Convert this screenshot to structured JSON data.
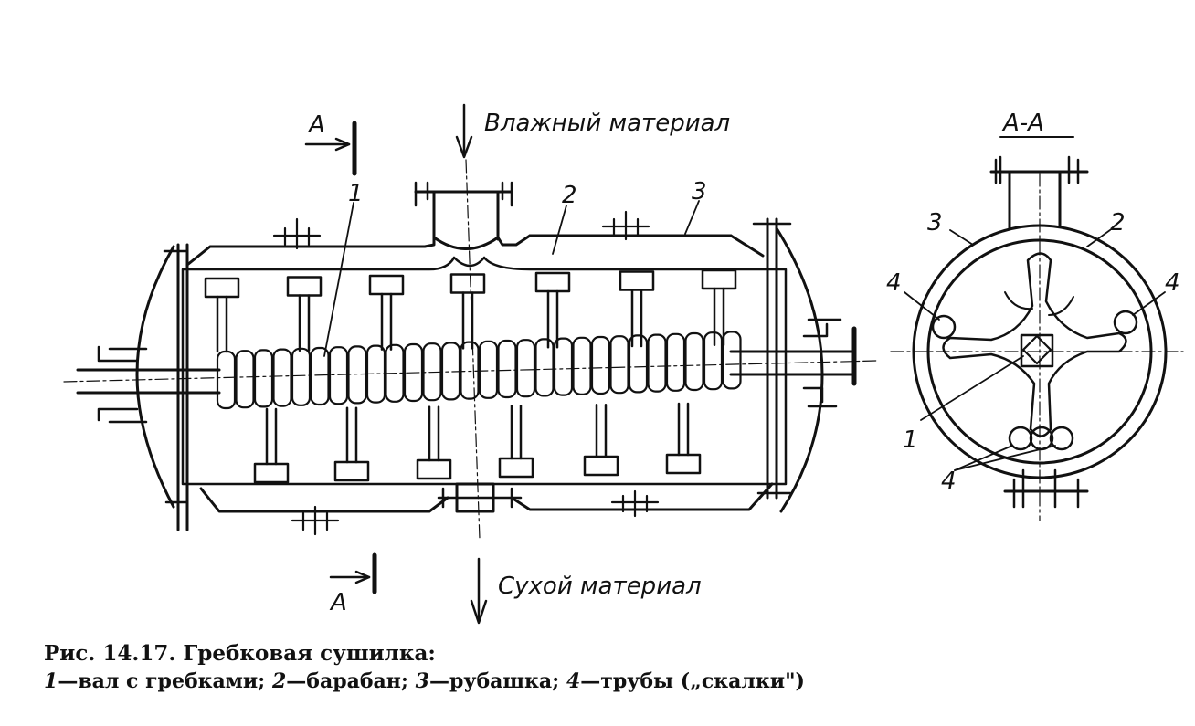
{
  "labels": {
    "wet_material": "Влажный материал",
    "dry_material": "Сухой материал",
    "section_top": "А",
    "section_bottom": "А",
    "section_view": "А-А",
    "part_1": "1",
    "part_2": "2",
    "part_3": "3",
    "side_3": "3",
    "side_2": "2",
    "side_4_left": "4",
    "side_4_right": "4",
    "side_1": "1",
    "side_4_bottom": "4"
  },
  "caption": {
    "title": "Рис. 14.17. Гребковая сушилка:",
    "legend": [
      {
        "num": "1",
        "text": "—вал с гребками; "
      },
      {
        "num": "2",
        "text": "—барабан; "
      },
      {
        "num": "3",
        "text": "—рубашка; "
      },
      {
        "num": "4",
        "text": "—трубы („скалки\")"
      }
    ]
  }
}
